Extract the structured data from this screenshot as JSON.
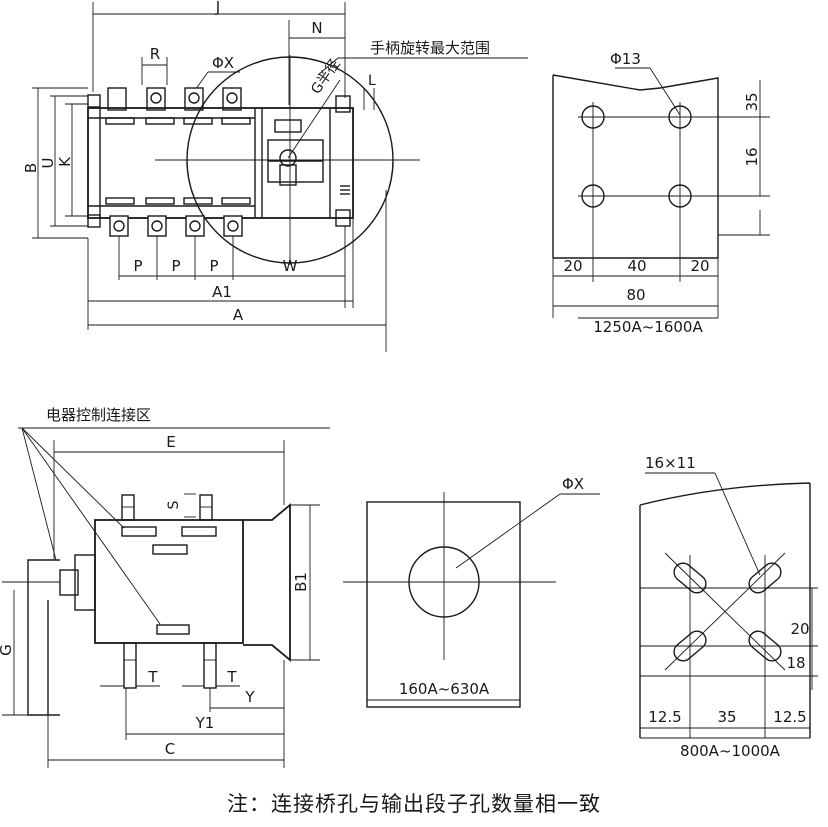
{
  "labels": {
    "J": "J",
    "N": "N",
    "R": "R",
    "PhiX_top": "ΦX",
    "handle_range": "手柄旋转最大范围",
    "G_radius": "G半径",
    "L": "L",
    "B": "B",
    "U": "U",
    "K": "K",
    "P1": "P",
    "P2": "P",
    "P3": "P",
    "W": "W",
    "A1": "A1",
    "A": "A",
    "phi13": "Φ13",
    "d35": "35",
    "d16": "16",
    "d20a": "20",
    "d40": "40",
    "d20b": "20",
    "d80": "80",
    "range_1250": "1250A~1600A",
    "ctrl_zone": "电器控制连接区",
    "E": "E",
    "S": "S",
    "B1": "B1",
    "G": "G",
    "T1": "T",
    "T2": "T",
    "Y": "Y",
    "Y1": "Y1",
    "C": "C",
    "PhiX_mid": "ΦX",
    "range_160": "160A~630A",
    "holes_16x11": "16×11",
    "d20c": "20",
    "d18": "18",
    "d12_5a": "12.5",
    "d35b": "35",
    "d12_5b": "12.5",
    "range_800": "800A~1000A"
  },
  "note": "注：连接桥孔与输出段子孔数量相一致"
}
